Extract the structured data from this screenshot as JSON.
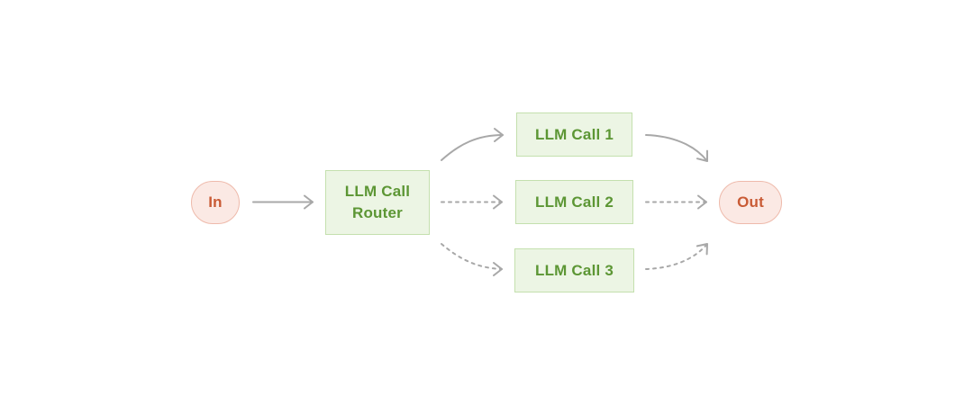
{
  "diagram": {
    "colors": {
      "edge": "#a8a8a8",
      "terminal_fill": "#fbe9e4",
      "terminal_border": "#eebaab",
      "terminal_text": "#c95b35",
      "llm_fill": "#ecf5e4",
      "llm_border": "#c4e0ae",
      "llm_text": "#5c9634"
    },
    "nodes": {
      "input": {
        "label": "In"
      },
      "output": {
        "label": "Out"
      },
      "router": {
        "label": "LLM Call\nRouter"
      },
      "call_1": {
        "label": "LLM Call 1"
      },
      "call_2": {
        "label": "LLM Call 2"
      },
      "call_3": {
        "label": "LLM Call 3"
      }
    },
    "edges": [
      {
        "from": "input",
        "to": "router",
        "style": "solid"
      },
      {
        "from": "router",
        "to": "call_1",
        "style": "solid"
      },
      {
        "from": "router",
        "to": "call_2",
        "style": "dotted"
      },
      {
        "from": "router",
        "to": "call_3",
        "style": "dotted"
      },
      {
        "from": "call_1",
        "to": "output",
        "style": "solid"
      },
      {
        "from": "call_2",
        "to": "output",
        "style": "dotted"
      },
      {
        "from": "call_3",
        "to": "output",
        "style": "dotted"
      }
    ]
  }
}
